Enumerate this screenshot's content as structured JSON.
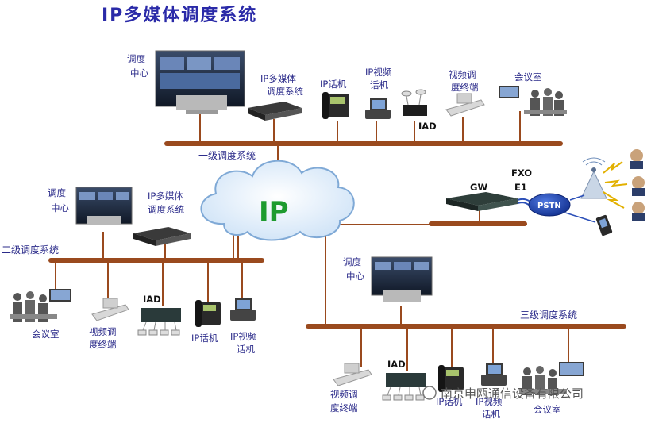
{
  "title": "IP多媒体调度系统",
  "cloud_label": "IP",
  "buses": {
    "level1": "一级调度系统",
    "level2": "二级调度系统",
    "level3": "三级调度系统"
  },
  "level1": {
    "dispatch_center": [
      "调度",
      "中心"
    ],
    "ip_system": [
      "IP多媒体",
      "调度系统"
    ],
    "ip_phone": "IP话机",
    "ip_video_phone": [
      "IP视频",
      "话机"
    ],
    "iad": "IAD",
    "video_terminal": [
      "视频调",
      "度终端"
    ],
    "meeting_room": "会议室"
  },
  "level2": {
    "dispatch_center": [
      "调度",
      "中心"
    ],
    "ip_system": [
      "IP多媒体",
      "调度系统"
    ],
    "meeting_room": "会议室",
    "video_terminal": [
      "视频调",
      "度终端"
    ],
    "iad": "IAD",
    "ip_phone": "IP话机",
    "ip_video_phone": [
      "IP视频",
      "话机"
    ]
  },
  "level3": {
    "dispatch_center": [
      "调度",
      "中心"
    ],
    "video_terminal": [
      "视频调",
      "度终端"
    ],
    "iad": "IAD",
    "ip_phone": "IP话机",
    "ip_video_phone": [
      "IP视频",
      "话机"
    ],
    "meeting_room": "会议室"
  },
  "gateway": {
    "gw": "GW",
    "fxo": "FXO",
    "e1": "E1",
    "pstn": "PSTN"
  },
  "watermark": "南京申瓯通信设备有限公司",
  "colors": {
    "bus": "#9a4a1e",
    "title": "#2a2aa8",
    "label": "#2b2b8a",
    "cloud_text": "#1e9b2f",
    "pstn": "#1f3fa8"
  }
}
